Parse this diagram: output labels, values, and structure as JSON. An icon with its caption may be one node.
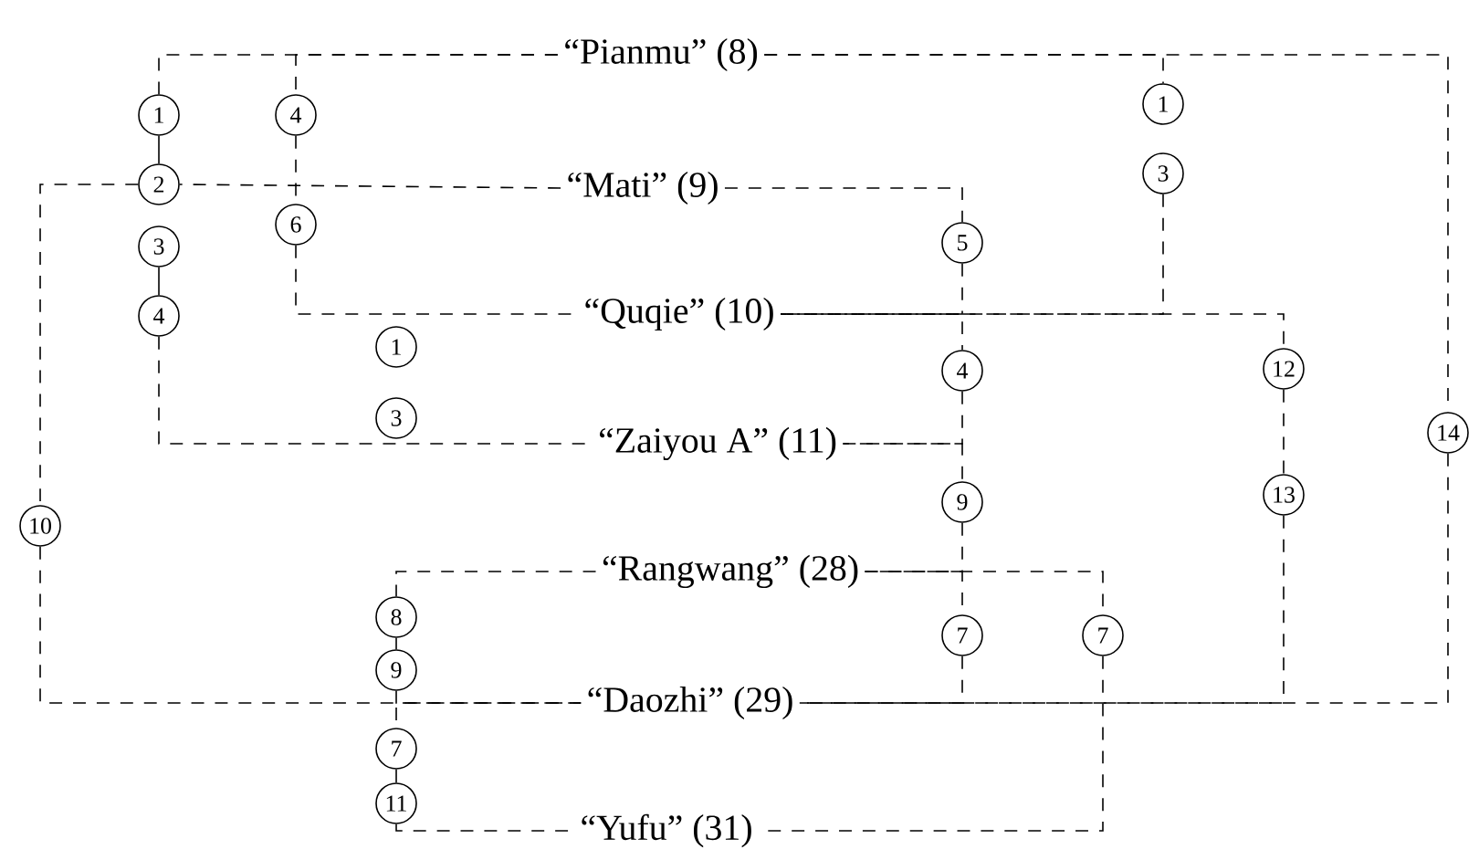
{
  "diagram": {
    "nodes": [
      {
        "text": [
          "“Pianmu” (8)"
        ]
      },
      {
        "text": [
          "“Mati” (9)"
        ]
      },
      {
        "text": [
          "“Quqie” (10)"
        ]
      },
      {
        "text": [
          "“Zaiyou A” (11)"
        ]
      },
      {
        "text": [
          "“Rangwang” (28)"
        ]
      },
      {
        "text": [
          "“Daozhi” (29)"
        ]
      },
      {
        "text": [
          "“Yufu” (31)"
        ]
      },
      {
        "text": [
          "1"
        ]
      },
      {
        "text": [
          "4"
        ]
      },
      {
        "text": [
          "1"
        ]
      },
      {
        "text": [
          "3"
        ]
      },
      {
        "text": [
          "2"
        ]
      },
      {
        "text": [
          "6"
        ]
      },
      {
        "text": [
          "5"
        ]
      },
      {
        "text": [
          "3"
        ]
      },
      {
        "text": [
          "4"
        ]
      },
      {
        "text": [
          "1"
        ]
      },
      {
        "text": [
          "4"
        ]
      },
      {
        "text": [
          "12"
        ]
      },
      {
        "text": [
          "3"
        ]
      },
      {
        "text": [
          "14"
        ]
      },
      {
        "text": [
          "9"
        ]
      },
      {
        "text": [
          "13"
        ]
      },
      {
        "text": [
          "10"
        ]
      },
      {
        "text": [
          "8"
        ]
      },
      {
        "text": [
          "7"
        ]
      },
      {
        "text": [
          "7"
        ]
      },
      {
        "text": [
          "9"
        ]
      },
      {
        "text": [
          "7"
        ]
      },
      {
        "text": [
          "11"
        ]
      }
    ],
    "edges": [
      {
        "from": 0,
        "to": 7,
        "arrow": "none",
        "style": "dashed"
      },
      {
        "from": 7,
        "to": 11,
        "arrow": "none"
      },
      {
        "from": 14,
        "to": 15,
        "arrow": "none"
      },
      {
        "from": 15,
        "to": 3,
        "arrow": "none",
        "style": "dashed"
      },
      {
        "from": 1,
        "to": 11,
        "arrow": "none",
        "style": "dashed"
      },
      {
        "from": 11,
        "to": 23,
        "arrow": "none",
        "style": "dashed"
      },
      {
        "from": 23,
        "to": 5,
        "arrow": "none",
        "style": "dashed"
      },
      {
        "from": 0,
        "to": 8,
        "arrow": "none",
        "style": "dashed"
      },
      {
        "from": 8,
        "to": 12,
        "arrow": "none",
        "style": "dashed"
      },
      {
        "from": 12,
        "to": 2,
        "arrow": "none",
        "style": "dashed"
      },
      {
        "from": 0,
        "to": 9,
        "arrow": "none",
        "style": "dashed"
      },
      {
        "from": 10,
        "to": 2,
        "arrow": "none",
        "style": "dashed"
      },
      {
        "from": 2,
        "to": 18,
        "arrow": "none",
        "style": "dashed"
      },
      {
        "from": 18,
        "to": 22,
        "arrow": "none",
        "style": "dashed"
      },
      {
        "from": 22,
        "to": 5,
        "arrow": "none",
        "style": "dashed"
      },
      {
        "from": 0,
        "to": 20,
        "arrow": "none",
        "style": "dashed"
      },
      {
        "from": 20,
        "to": 5,
        "arrow": "none",
        "style": "dashed"
      },
      {
        "from": 1,
        "to": 13,
        "arrow": "none",
        "style": "dashed"
      },
      {
        "from": 13,
        "to": 2,
        "arrow": "none",
        "style": "dashed"
      },
      {
        "from": 2,
        "to": 17,
        "arrow": "none",
        "style": "dashed"
      },
      {
        "from": 17,
        "to": 3,
        "arrow": "none",
        "style": "dashed"
      },
      {
        "from": 3,
        "to": 21,
        "arrow": "none",
        "style": "dashed"
      },
      {
        "from": 21,
        "to": 4,
        "arrow": "none",
        "style": "dashed"
      },
      {
        "from": 4,
        "to": 25,
        "arrow": "none",
        "style": "dashed"
      },
      {
        "from": 25,
        "to": 5,
        "arrow": "none",
        "style": "dashed"
      },
      {
        "from": 4,
        "to": 24,
        "arrow": "none",
        "style": "dashed"
      },
      {
        "from": 24,
        "to": 27,
        "arrow": "none"
      },
      {
        "from": 27,
        "to": 5,
        "arrow": "none",
        "style": "dashed"
      },
      {
        "from": 5,
        "to": 28,
        "arrow": "none",
        "style": "dashed"
      },
      {
        "from": 28,
        "to": 29,
        "arrow": "none"
      },
      {
        "from": 29,
        "to": 6,
        "arrow": "none",
        "style": "dashed"
      },
      {
        "from": 4,
        "to": 26,
        "arrow": "none",
        "style": "dashed"
      },
      {
        "from": 26,
        "to": 6,
        "arrow": "none",
        "style": "dashed"
      }
    ]
  }
}
